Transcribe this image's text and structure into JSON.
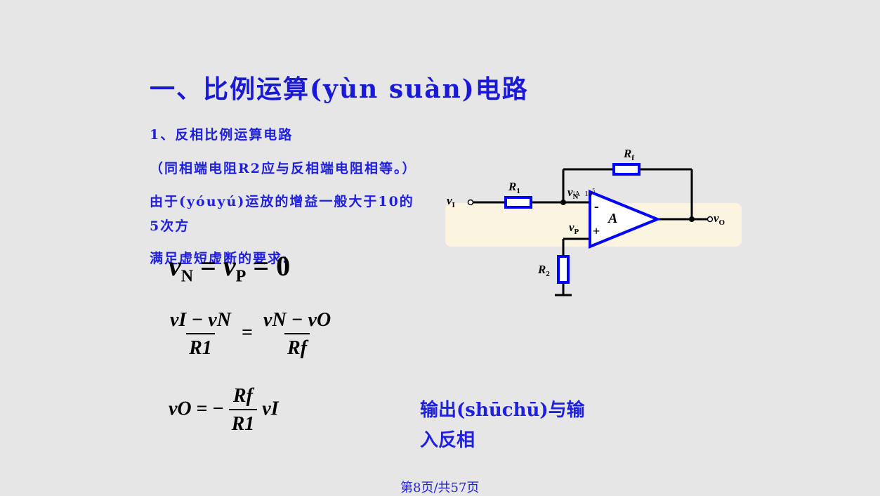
{
  "title": "一、比例运算(yùn suàn)电路",
  "lines": {
    "heading1": "1、反相比例运算电路",
    "note": "（同相端电阻R2应与反相端电阻相等。）",
    "gain_a": "由于(yóuyú)运放的增益一般大于10的",
    "gain_b": "5次方",
    "cond": "满足虚短虚断的要求:"
  },
  "eq1": {
    "v": "v",
    "sN": "N",
    "eq": "=",
    "sP": "P",
    "zero": "0"
  },
  "eq2": {
    "num_left": "vI − vN",
    "den_left": "R1",
    "eq": "=",
    "num_right": "vN − vO",
    "den_right": "Rf"
  },
  "eq3": {
    "lhs": "vO",
    "eq": "= −",
    "num": "Rf",
    "den": "R1",
    "rhs": "vI"
  },
  "hint": {
    "l1": "输出(shūchū)与输",
    "l2": "入反相"
  },
  "circuit": {
    "rf": "R",
    "rf_sub": "f",
    "r1": "R",
    "r1_sub": "1",
    "r2": "R",
    "r2_sub": "2",
    "vi": "v",
    "vi_sub": "I",
    "vo": "v",
    "vo_sub": "O",
    "vn": "v",
    "vn_sub": "N",
    "vp": "v",
    "vp_sub": "P",
    "amp": "A",
    "minus": "-",
    "plus": "+",
    "gain": "|A",
    "gain_exp": "10",
    "gain_sup": "5"
  },
  "footer": "第8页/共57页",
  "colors": {
    "accent": "#1f1fe0",
    "circuit": "#0000ff",
    "highlight": "#fbf4e0"
  }
}
